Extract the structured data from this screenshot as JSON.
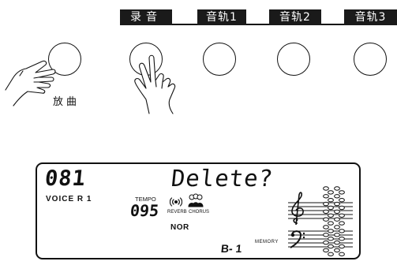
{
  "top_labels": {
    "record": "录音",
    "track1": "音轨1",
    "track2": "音轨2",
    "track3": "音轨3"
  },
  "play_label": "放曲",
  "lcd": {
    "voice_number": "081",
    "message": "Delete?",
    "voice_label": "VOICE R  1",
    "tempo_label": "TEMPO",
    "tempo_value": "095",
    "reverb_label": "REVERB",
    "chorus_label": "CHORUS",
    "mode": "NOR",
    "bank": "B- 1",
    "memory_label": "MEMORY"
  },
  "icons": [
    "hand-pointer-icon",
    "reverb-icon",
    "chorus-icon",
    "treble-clef-icon",
    "bass-clef-icon"
  ]
}
